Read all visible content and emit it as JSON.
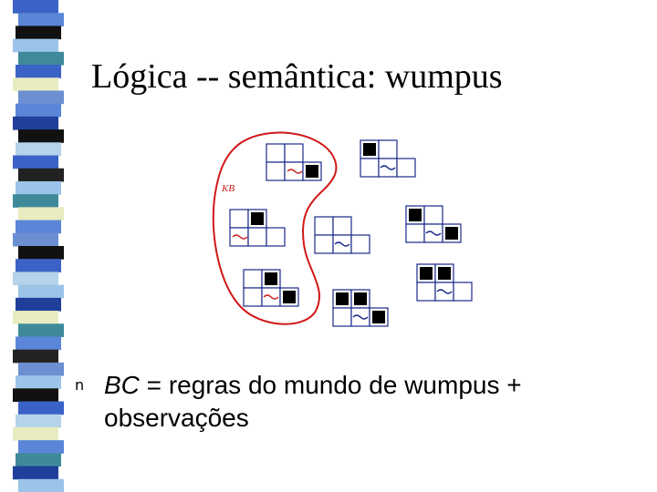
{
  "slide": {
    "title": "Lógica -- semântica: wumpus",
    "kb_label": "KB",
    "bullet_marker": "n",
    "bullet_term": "BC",
    "bullet_text": " = regras do mundo de wumpus + observações"
  },
  "colors": {
    "stripe_palette": [
      "#3b63c7",
      "#5b86d8",
      "#9cc4e8",
      "#e8ecc0",
      "#111111",
      "#3f8a9a",
      "#6b8fd0",
      "#1f3f9a",
      "#b5d3ea",
      "#222222"
    ],
    "kb_outline": "#d01818",
    "grid_line": "#1a2a8a",
    "pit_cell": "#000000"
  },
  "icons": {
    "pit": "pit-square-icon",
    "breeze": "breeze-squiggle-icon"
  }
}
